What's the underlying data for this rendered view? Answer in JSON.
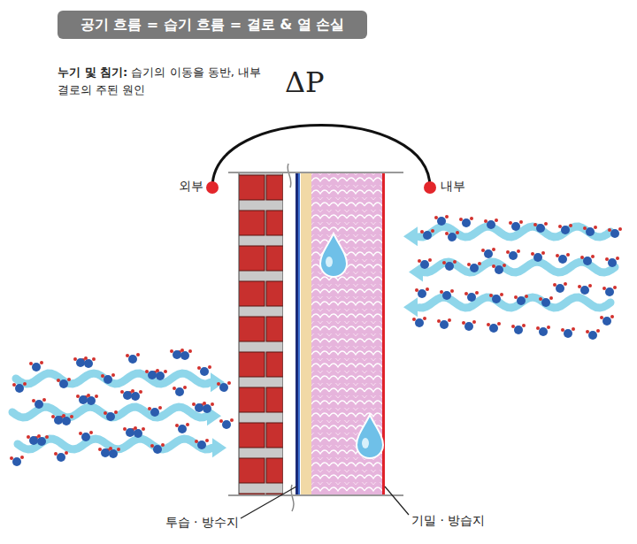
{
  "diagram": {
    "title": "공기 흐름 = 습기 흐름 = 결로 & 열 손실",
    "labels": [
      "누기 및 침기:",
      "습기의 이동을 동반, 내부 결로의 주된 원인",
      "ΔP",
      "외부",
      "내부",
      "투습 · 방수지",
      "기밀 · 방습지"
    ]
  }
}
